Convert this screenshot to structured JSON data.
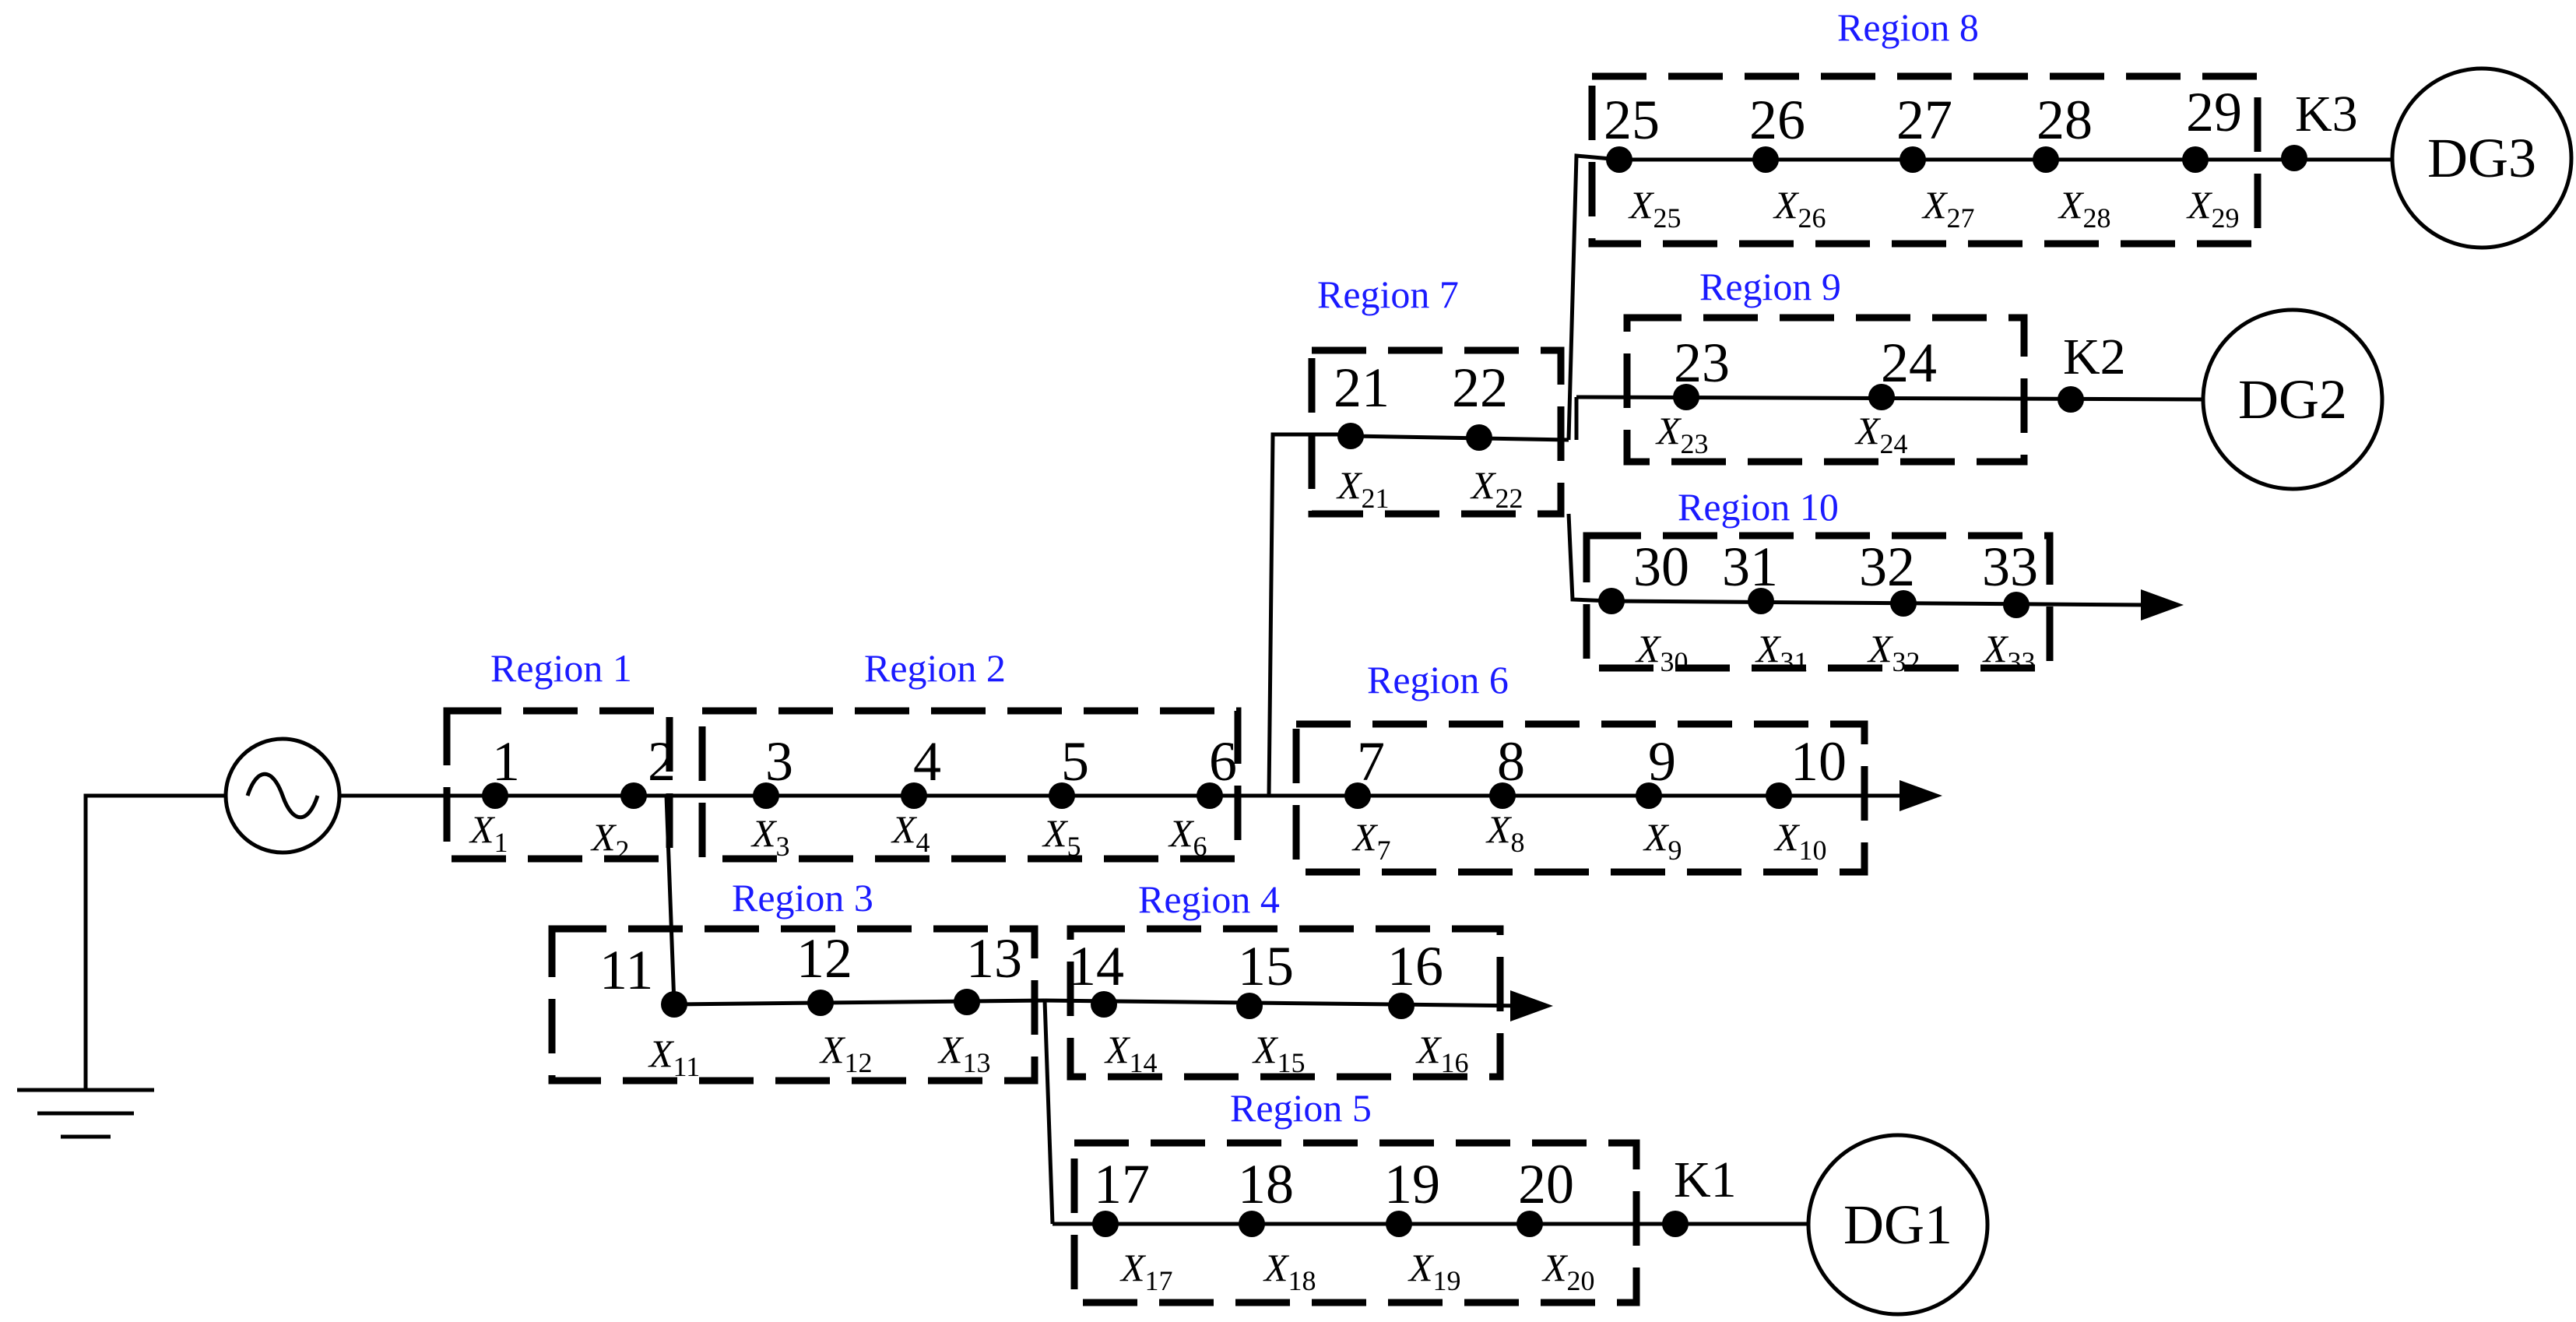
{
  "source": {
    "icon": "ac-source-icon"
  },
  "ground": {
    "icon": "ground-icon"
  },
  "regions": [
    {
      "id": "r1",
      "label": "Region 1"
    },
    {
      "id": "r2",
      "label": "Region 2"
    },
    {
      "id": "r3",
      "label": "Region 3"
    },
    {
      "id": "r4",
      "label": "Region 4"
    },
    {
      "id": "r5",
      "label": "Region 5"
    },
    {
      "id": "r6",
      "label": "Region 6"
    },
    {
      "id": "r7",
      "label": "Region 7"
    },
    {
      "id": "r8",
      "label": "Region 8"
    },
    {
      "id": "r9",
      "label": "Region 9"
    },
    {
      "id": "r10",
      "label": "Region 10"
    }
  ],
  "nodes": [
    {
      "num": "1",
      "var": "X",
      "sub": "1"
    },
    {
      "num": "2",
      "var": "X",
      "sub": "2"
    },
    {
      "num": "3",
      "var": "X",
      "sub": "3"
    },
    {
      "num": "4",
      "var": "X",
      "sub": "4"
    },
    {
      "num": "5",
      "var": "X",
      "sub": "5"
    },
    {
      "num": "6",
      "var": "X",
      "sub": "6"
    },
    {
      "num": "7",
      "var": "X",
      "sub": "7"
    },
    {
      "num": "8",
      "var": "X",
      "sub": "8"
    },
    {
      "num": "9",
      "var": "X",
      "sub": "9"
    },
    {
      "num": "10",
      "var": "X",
      "sub": "10"
    },
    {
      "num": "11",
      "var": "X",
      "sub": "11"
    },
    {
      "num": "12",
      "var": "X",
      "sub": "12"
    },
    {
      "num": "13",
      "var": "X",
      "sub": "13"
    },
    {
      "num": "14",
      "var": "X",
      "sub": "14"
    },
    {
      "num": "15",
      "var": "X",
      "sub": "15"
    },
    {
      "num": "16",
      "var": "X",
      "sub": "16"
    },
    {
      "num": "17",
      "var": "X",
      "sub": "17"
    },
    {
      "num": "18",
      "var": "X",
      "sub": "18"
    },
    {
      "num": "19",
      "var": "X",
      "sub": "19"
    },
    {
      "num": "20",
      "var": "X",
      "sub": "20"
    },
    {
      "num": "21",
      "var": "X",
      "sub": "21"
    },
    {
      "num": "22",
      "var": "X",
      "sub": "22"
    },
    {
      "num": "23",
      "var": "X",
      "sub": "23"
    },
    {
      "num": "24",
      "var": "X",
      "sub": "24"
    },
    {
      "num": "25",
      "var": "X",
      "sub": "25"
    },
    {
      "num": "26",
      "var": "X",
      "sub": "26"
    },
    {
      "num": "27",
      "var": "X",
      "sub": "27"
    },
    {
      "num": "28",
      "var": "X",
      "sub": "28"
    },
    {
      "num": "29",
      "var": "X",
      "sub": "29"
    },
    {
      "num": "30",
      "var": "X",
      "sub": "30"
    },
    {
      "num": "31",
      "var": "X",
      "sub": "31"
    },
    {
      "num": "32",
      "var": "X",
      "sub": "32"
    },
    {
      "num": "33",
      "var": "X",
      "sub": "33"
    }
  ],
  "switches": [
    {
      "id": "k1",
      "label": "K1"
    },
    {
      "id": "k2",
      "label": "K2"
    },
    {
      "id": "k3",
      "label": "K3"
    }
  ],
  "generators": [
    {
      "id": "dg1",
      "label": "DG1"
    },
    {
      "id": "dg2",
      "label": "DG2"
    },
    {
      "id": "dg3",
      "label": "DG3"
    }
  ],
  "colors": {
    "region_label": "#1a1aff",
    "line": "#000000"
  }
}
